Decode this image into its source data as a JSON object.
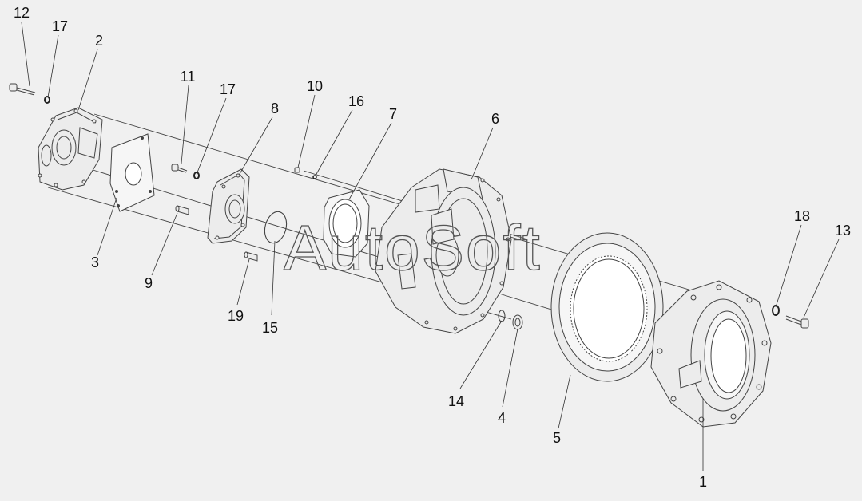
{
  "colors": {
    "background": "#f0f0f0",
    "line": "#444444",
    "part_fill": "#ececec",
    "text": "#111111",
    "watermark": "#555555"
  },
  "watermark": {
    "text": "AutoSoft"
  },
  "callouts": [
    {
      "id": "c12",
      "label": "12"
    },
    {
      "id": "c17a",
      "label": "17"
    },
    {
      "id": "c2",
      "label": "2"
    },
    {
      "id": "c11",
      "label": "11"
    },
    {
      "id": "c17b",
      "label": "17"
    },
    {
      "id": "c8",
      "label": "8"
    },
    {
      "id": "c10",
      "label": "10"
    },
    {
      "id": "c16",
      "label": "16"
    },
    {
      "id": "c7",
      "label": "7"
    },
    {
      "id": "c6",
      "label": "6"
    },
    {
      "id": "c18",
      "label": "18"
    },
    {
      "id": "c13",
      "label": "13"
    },
    {
      "id": "c3",
      "label": "3"
    },
    {
      "id": "c9",
      "label": "9"
    },
    {
      "id": "c19",
      "label": "19"
    },
    {
      "id": "c15",
      "label": "15"
    },
    {
      "id": "c14",
      "label": "14"
    },
    {
      "id": "c4",
      "label": "4"
    },
    {
      "id": "c5",
      "label": "5"
    },
    {
      "id": "c1",
      "label": "1"
    }
  ]
}
